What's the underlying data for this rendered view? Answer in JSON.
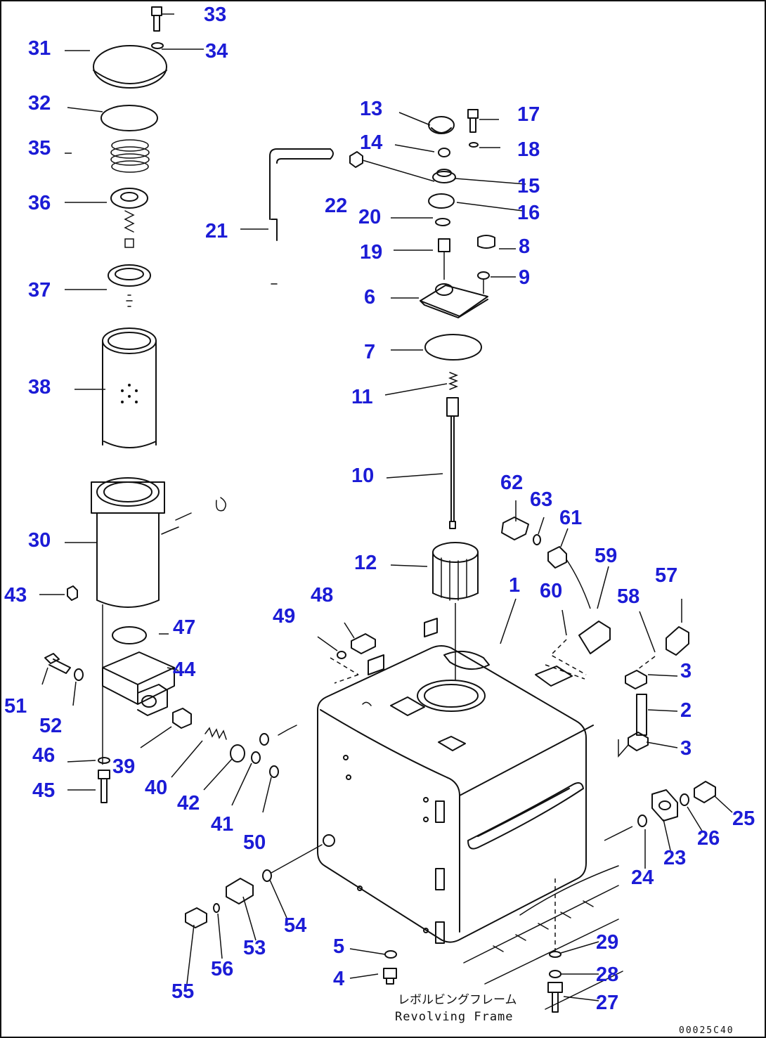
{
  "drawing_code": "00025C40",
  "frame_label_jp": "レボルビングフレーム",
  "frame_label_en": "Revolving Frame",
  "callouts": [
    {
      "id": "c33",
      "text": "33"
    },
    {
      "id": "c31",
      "text": "31"
    },
    {
      "id": "c34",
      "text": "34"
    },
    {
      "id": "c32",
      "text": "32"
    },
    {
      "id": "c35",
      "text": "35"
    },
    {
      "id": "c36",
      "text": "36"
    },
    {
      "id": "c37",
      "text": "37"
    },
    {
      "id": "c38",
      "text": "38"
    },
    {
      "id": "c30",
      "text": "30"
    },
    {
      "id": "c43",
      "text": "43"
    },
    {
      "id": "c47",
      "text": "47"
    },
    {
      "id": "c44",
      "text": "44"
    },
    {
      "id": "c51",
      "text": "51"
    },
    {
      "id": "c52",
      "text": "52"
    },
    {
      "id": "c46",
      "text": "46"
    },
    {
      "id": "c39",
      "text": "39"
    },
    {
      "id": "c45",
      "text": "45"
    },
    {
      "id": "c40",
      "text": "40"
    },
    {
      "id": "c42",
      "text": "42"
    },
    {
      "id": "c41",
      "text": "41"
    },
    {
      "id": "c50",
      "text": "50"
    },
    {
      "id": "c13",
      "text": "13"
    },
    {
      "id": "c17",
      "text": "17"
    },
    {
      "id": "c14",
      "text": "14"
    },
    {
      "id": "c18",
      "text": "18"
    },
    {
      "id": "c15",
      "text": "15"
    },
    {
      "id": "c22",
      "text": "22"
    },
    {
      "id": "c16",
      "text": "16"
    },
    {
      "id": "c21",
      "text": "21"
    },
    {
      "id": "c20",
      "text": "20"
    },
    {
      "id": "c19",
      "text": "19"
    },
    {
      "id": "c8",
      "text": "8"
    },
    {
      "id": "c9",
      "text": "9"
    },
    {
      "id": "c6",
      "text": "6"
    },
    {
      "id": "c7",
      "text": "7"
    },
    {
      "id": "c11",
      "text": "11"
    },
    {
      "id": "c10",
      "text": "10"
    },
    {
      "id": "c62",
      "text": "62"
    },
    {
      "id": "c63",
      "text": "63"
    },
    {
      "id": "c61",
      "text": "61"
    },
    {
      "id": "c12",
      "text": "12"
    },
    {
      "id": "c59",
      "text": "59"
    },
    {
      "id": "c1",
      "text": "1"
    },
    {
      "id": "c57",
      "text": "57"
    },
    {
      "id": "c60",
      "text": "60"
    },
    {
      "id": "c58",
      "text": "58"
    },
    {
      "id": "c48",
      "text": "48"
    },
    {
      "id": "c49",
      "text": "49"
    },
    {
      "id": "c3a",
      "text": "3"
    },
    {
      "id": "c2",
      "text": "2"
    },
    {
      "id": "c3b",
      "text": "3"
    },
    {
      "id": "c25",
      "text": "25"
    },
    {
      "id": "c26",
      "text": "26"
    },
    {
      "id": "c23",
      "text": "23"
    },
    {
      "id": "c24",
      "text": "24"
    },
    {
      "id": "c54",
      "text": "54"
    },
    {
      "id": "c53",
      "text": "53"
    },
    {
      "id": "c56",
      "text": "56"
    },
    {
      "id": "c55",
      "text": "55"
    },
    {
      "id": "c5",
      "text": "5"
    },
    {
      "id": "c4",
      "text": "4"
    },
    {
      "id": "c29",
      "text": "29"
    },
    {
      "id": "c28",
      "text": "28"
    },
    {
      "id": "c27",
      "text": "27"
    }
  ]
}
